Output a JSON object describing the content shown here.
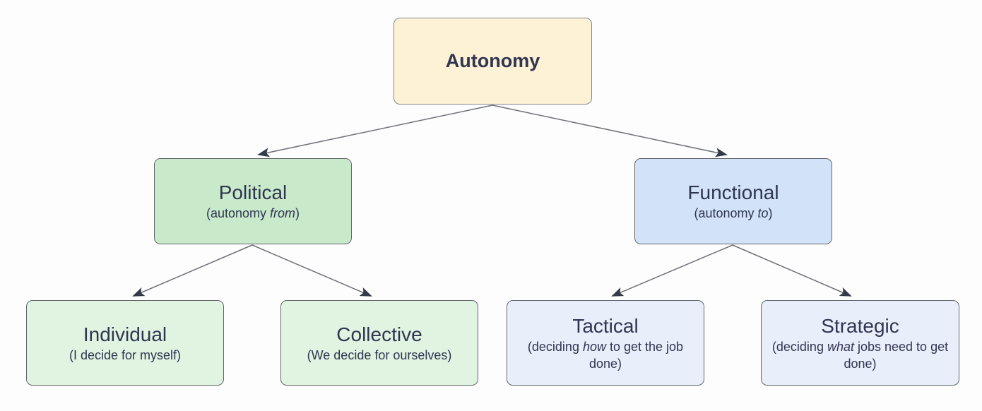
{
  "diagram": {
    "background_color": "#fdfdfe",
    "edge_line_color": "#6f7177",
    "arrowhead_color": "#343a47",
    "text_color": "#2f3650",
    "nodes": [
      {
        "id": "autonomy",
        "title": "Autonomy",
        "sub_prefix": "",
        "sub_italic": "",
        "sub_suffix": "",
        "fill": "#fdf1d6",
        "border": "#85878d"
      },
      {
        "id": "political",
        "title": "Political",
        "sub_prefix": "(autonomy ",
        "sub_italic": "from",
        "sub_suffix": ")",
        "fill": "#c9e9cb",
        "border": "#63666c"
      },
      {
        "id": "functional",
        "title": "Functional",
        "sub_prefix": "(autonomy ",
        "sub_italic": "to",
        "sub_suffix": ")",
        "fill": "#d2e2f9",
        "border": "#63666c"
      },
      {
        "id": "individual",
        "title": "Individual",
        "sub_prefix": "(I decide for myself)",
        "sub_italic": "",
        "sub_suffix": "",
        "fill": "#e1f3e1",
        "border": "#63666c"
      },
      {
        "id": "collective",
        "title": "Collective",
        "sub_prefix": "(We decide for ourselves)",
        "sub_italic": "",
        "sub_suffix": "",
        "fill": "#e1f3e1",
        "border": "#63666c"
      },
      {
        "id": "tactical",
        "title": "Tactical",
        "sub_prefix": "(deciding ",
        "sub_italic": "how",
        "sub_suffix": " to get the job done)",
        "fill": "#e9eefb",
        "border": "#63666c"
      },
      {
        "id": "strategic",
        "title": "Strategic",
        "sub_prefix": "(deciding ",
        "sub_italic": "what",
        "sub_suffix": " jobs need to get done)",
        "fill": "#e9eefb",
        "border": "#63666c"
      }
    ],
    "edges": [
      {
        "from": "autonomy",
        "to": "political"
      },
      {
        "from": "autonomy",
        "to": "functional"
      },
      {
        "from": "political",
        "to": "individual"
      },
      {
        "from": "political",
        "to": "collective"
      },
      {
        "from": "functional",
        "to": "tactical"
      },
      {
        "from": "functional",
        "to": "strategic"
      }
    ]
  }
}
